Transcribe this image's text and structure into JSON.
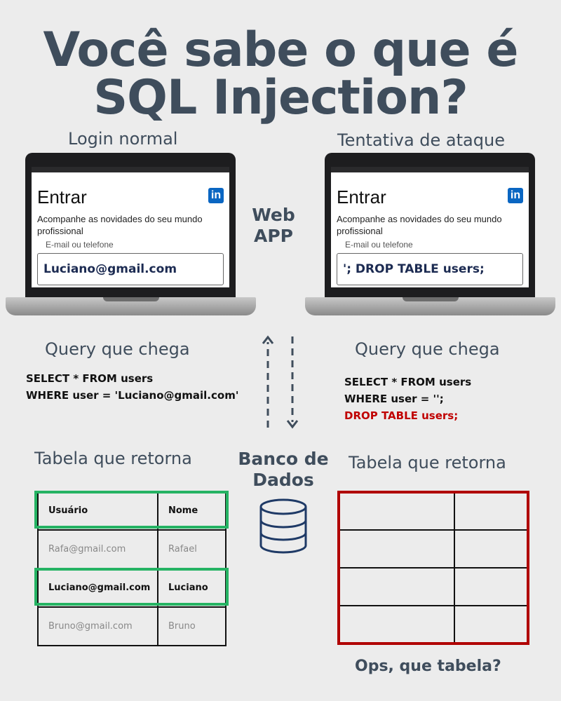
{
  "title": {
    "line1": "Você sabe o que é",
    "line2": "SQL Injection?"
  },
  "left": {
    "caption": "Login normal",
    "screen": {
      "heading": "Entrar",
      "subtitle": "Acompanhe as novidades do seu mundo profissional",
      "field_label": "E-mail ou telefone",
      "field_value": "Luciano@gmail.com",
      "logo": "in"
    },
    "query_caption": "Query que chega",
    "query": [
      "SELECT * FROM users",
      "WHERE user = 'Luciano@gmail.com'"
    ],
    "table_caption": "Tabela que retorna",
    "table": [
      [
        "Usuário",
        "Nome"
      ],
      [
        "Rafa@gmail.com",
        "Rafael"
      ],
      [
        "Luciano@gmail.com",
        "Luciano"
      ],
      [
        "Bruno@gmail.com",
        "Bruno"
      ]
    ]
  },
  "right": {
    "caption": "Tentativa de ataque",
    "screen": {
      "heading": "Entrar",
      "subtitle": "Acompanhe as novidades do seu mundo profissional",
      "field_label": "E-mail ou telefone",
      "field_value": "'; DROP TABLE users;",
      "logo": "in"
    },
    "query_caption": "Query que chega",
    "query": [
      "SELECT * FROM users",
      "WHERE user = '';",
      "DROP TABLE users;"
    ],
    "table_caption": "Tabela que retorna",
    "footer": "Ops, que tabela?"
  },
  "center": {
    "webapp": [
      "Web",
      "APP"
    ],
    "db": [
      "Banco de",
      "Dados"
    ]
  },
  "colors": {
    "title": "#3f4d5c",
    "highlight": "#25b363",
    "danger": "#c00000",
    "linkedin": "#0a66c2"
  },
  "icons": [
    "linkedin-icon",
    "database-icon",
    "arrow-up-icon",
    "arrow-down-icon"
  ]
}
